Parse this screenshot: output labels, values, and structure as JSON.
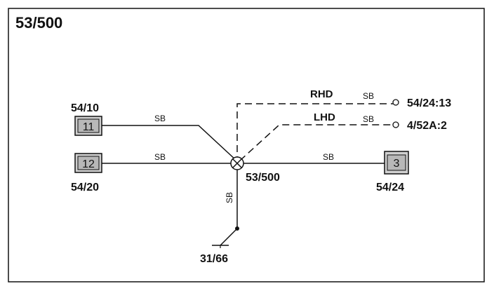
{
  "title": "53/500",
  "splice": {
    "label": "53/500"
  },
  "connectors": {
    "c11": {
      "pin": "11",
      "ref": "54/10"
    },
    "c12": {
      "pin": "12",
      "ref": "54/20"
    },
    "c3": {
      "pin": "3",
      "ref": "54/24"
    }
  },
  "ground": {
    "label": "31/66"
  },
  "branches": {
    "rhd": {
      "label": "RHD",
      "wire": "SB",
      "target": "54/24:13"
    },
    "lhd": {
      "label": "LHD",
      "wire": "SB",
      "target": "4/52A:2"
    }
  },
  "wires": {
    "w11": "SB",
    "w12": "SB",
    "w3": "SB",
    "wground": "SB"
  }
}
